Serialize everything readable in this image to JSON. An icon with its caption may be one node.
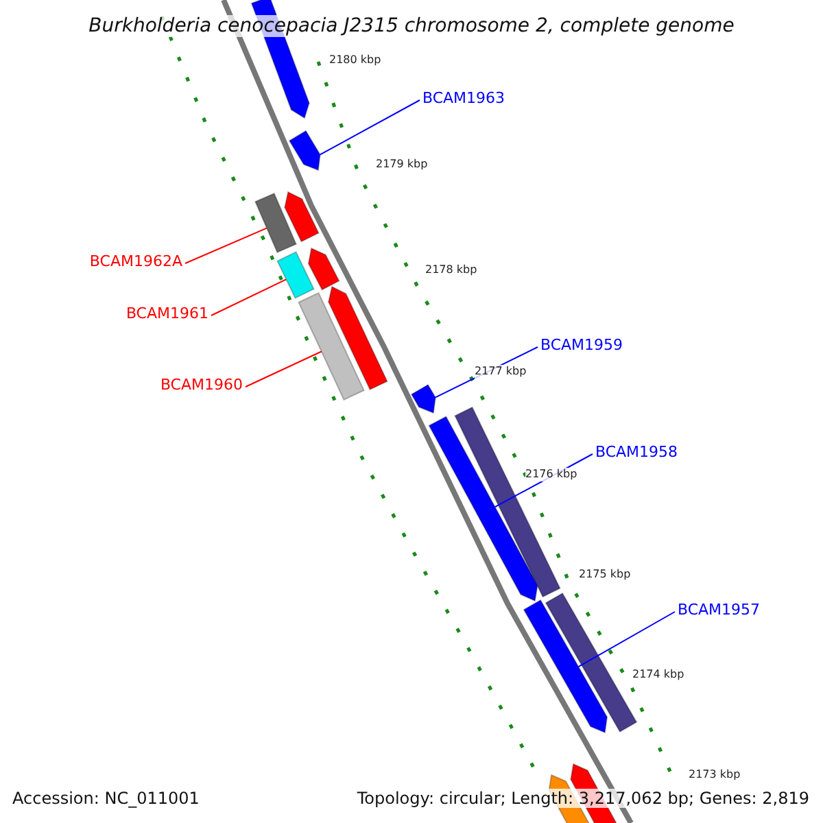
{
  "diagram": {
    "title": "Burkholderia cenocepacia J2315 chromosome 2, complete genome",
    "nodes": [
      {
        "text": [
          "BCAM1963"
        ]
      },
      {
        "text": [],
        "shape": "bar"
      },
      {
        "text": [
          "BCAM1962A"
        ]
      },
      {
        "text": [],
        "shape": "bar"
      },
      {
        "text": [
          "BCAM1961"
        ]
      },
      {
        "text": [],
        "shape": "bar"
      },
      {
        "text": [
          "BCAM1960"
        ]
      },
      {
        "text": [],
        "shape": "bar"
      },
      {
        "text": [
          "BCAM1959"
        ]
      },
      {
        "text": [],
        "shape": "bar"
      },
      {
        "text": [
          "BCAM1958"
        ]
      },
      {
        "text": [],
        "shape": "bar"
      },
      {
        "text": [
          "BCAM1957"
        ]
      },
      {
        "text": [],
        "shape": "bar"
      },
      {
        "text": [],
        "shape": "bar"
      },
      {
        "text": [],
        "shape": "bar"
      },
      {
        "text": [],
        "shape": "bar"
      },
      {
        "text": [],
        "shape": "bar"
      },
      {
        "text": [],
        "shape": "bar"
      },
      {
        "text": [],
        "shape": "bar"
      },
      {
        "text": [],
        "shape": "bar"
      },
      {
        "text": [],
        "shape": "bar"
      }
    ],
    "edges": [
      {
        "from": 0,
        "to": 1,
        "arrow": "none",
        "color": "#0000ff"
      },
      {
        "from": 2,
        "to": 3,
        "arrow": "none",
        "color": "#ff0000"
      },
      {
        "from": 4,
        "to": 5,
        "arrow": "none",
        "color": "#ff0000"
      },
      {
        "from": 6,
        "to": 7,
        "arrow": "none",
        "color": "#ff0000"
      },
      {
        "from": 8,
        "to": 9,
        "arrow": "none",
        "color": "#0000ff"
      },
      {
        "from": 10,
        "to": 11,
        "arrow": "none",
        "color": "#0000ff"
      },
      {
        "from": 12,
        "to": 13,
        "arrow": "none",
        "color": "#0000ff"
      }
    ],
    "labels": [
      "2180 kbp",
      "2179 kbp",
      "2178 kbp",
      "2177 kbp",
      "2176 kbp",
      "2175 kbp",
      "2174 kbp",
      "2173 kbp",
      "Accession: NC_011001",
      "Topology: circular; Length: 3,217,062 bp; Genes: 2,819"
    ]
  }
}
